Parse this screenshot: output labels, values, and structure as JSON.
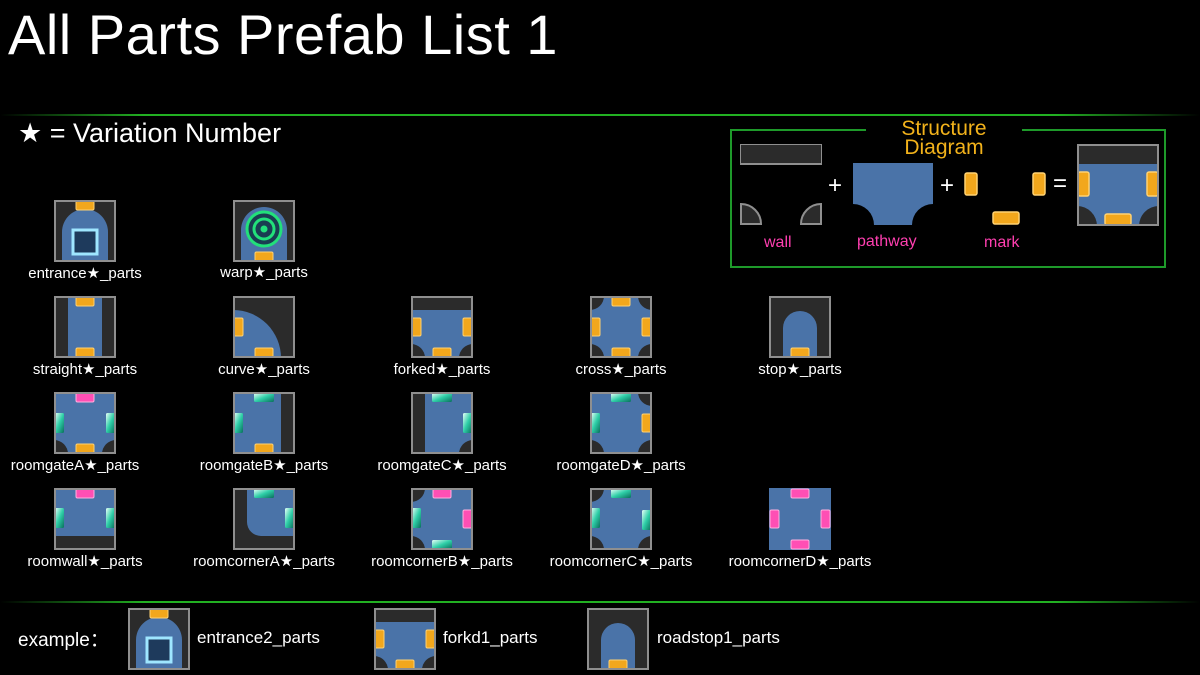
{
  "title": "All Parts Prefab List 1",
  "legend": "★ = Variation Number",
  "structure_diagram": {
    "title_line1": "Structure",
    "title_line2": "Diagram",
    "plus": "+",
    "equals": "=",
    "wall_label": "wall",
    "pathway_label": "pathway",
    "mark_label": "mark"
  },
  "parts": {
    "entrance": "entrance★_parts",
    "warp": "warp★_parts",
    "straight": "straight★_parts",
    "curve": "curve★_parts",
    "forked": "forked★_parts",
    "cross": "cross★_parts",
    "stop": "stop★_parts",
    "roomgateA": "roomgateA★_parts",
    "roomgateB": "roomgateB★_parts",
    "roomgateC": "roomgateC★_parts",
    "roomgateD": "roomgateD★_parts",
    "roomwall": "roomwall★_parts",
    "roomcornerA": "roomcornerA★_parts",
    "roomcornerB": "roomcornerB★_parts",
    "roomcornerC": "roomcornerC★_parts",
    "roomcornerD": "roomcornerD★_parts"
  },
  "example": {
    "label": "example：",
    "item1": "entrance2_parts",
    "item2": "forkd1_parts",
    "item3": "roadstop1_parts"
  },
  "colors": {
    "background": "#000000",
    "wall": "#2b2b2b",
    "pathway": "#4a73a8",
    "mark_orange": "#f2a71c",
    "mark_pink": "#ff4fb4",
    "mark_teal": "#1fbf9f",
    "divider_green": "#22b022",
    "diagram_title": "#f2b21b"
  }
}
